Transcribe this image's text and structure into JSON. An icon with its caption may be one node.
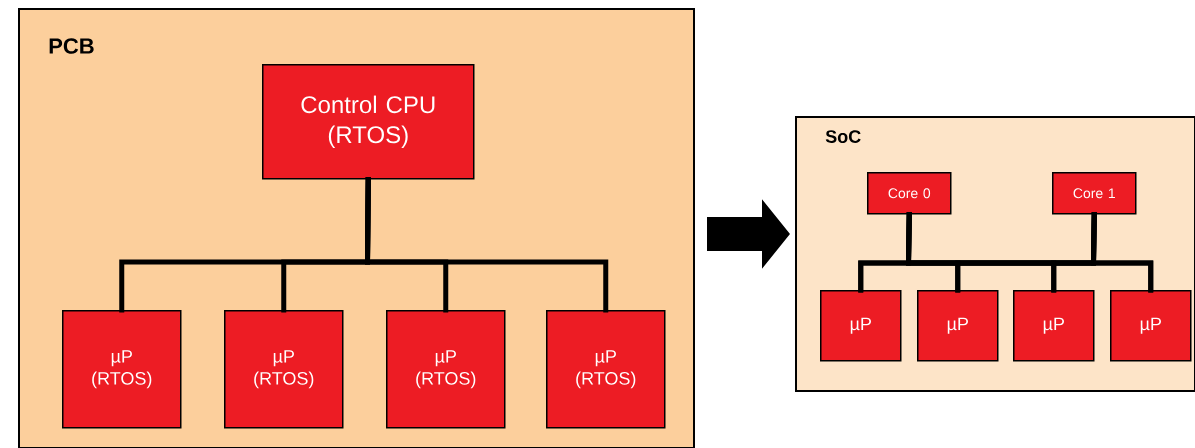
{
  "diagram": {
    "nodes": [
      {
        "text": [
          "PCB"
        ]
      },
      {
        "text": [
          "Control CPU (RTOS)"
        ],
        "in": 0
      },
      {
        "text": [
          "µP (RTOS)"
        ],
        "in": 0
      },
      {
        "text": [
          "µP (RTOS)"
        ],
        "in": 0
      },
      {
        "text": [
          "µP (RTOS)"
        ],
        "in": 0
      },
      {
        "text": [
          "µP (RTOS)"
        ],
        "in": 0
      },
      {
        "text": [
          "SoC"
        ]
      },
      {
        "text": [
          "Core 0"
        ],
        "in": 6
      },
      {
        "text": [
          "Core 1"
        ],
        "in": 6
      },
      {
        "text": [
          "µP"
        ],
        "in": 6
      },
      {
        "text": [
          "µP"
        ],
        "in": 6
      },
      {
        "text": [
          "µP"
        ],
        "in": 6
      },
      {
        "text": [
          "µP"
        ],
        "in": 6
      }
    ],
    "edges": [
      {
        "from": 1,
        "to": 2,
        "arrow": "none"
      },
      {
        "from": 1,
        "to": 3,
        "arrow": "none"
      },
      {
        "from": 1,
        "to": 4,
        "arrow": "none"
      },
      {
        "from": 1,
        "to": 5,
        "arrow": "none"
      },
      {
        "from": 7,
        "to": 9,
        "arrow": "none"
      },
      {
        "from": 7,
        "to": 10,
        "arrow": "none"
      },
      {
        "from": 7,
        "to": 11,
        "arrow": "none"
      },
      {
        "from": 7,
        "to": 12,
        "arrow": "none"
      },
      {
        "from": 8,
        "to": 9,
        "arrow": "none"
      },
      {
        "from": 8,
        "to": 10,
        "arrow": "none"
      },
      {
        "from": 8,
        "to": 11,
        "arrow": "none"
      },
      {
        "from": 8,
        "to": 12,
        "arrow": "none"
      },
      {
        "from": 0,
        "to": 6,
        "arrow": "to",
        "style": "thick"
      }
    ]
  }
}
